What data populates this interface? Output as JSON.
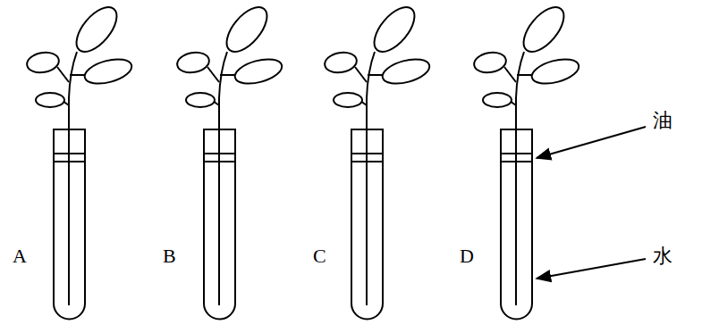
{
  "diagram": {
    "labels": [
      "A",
      "B",
      "C",
      "D",
      "油",
      "水"
    ]
  }
}
